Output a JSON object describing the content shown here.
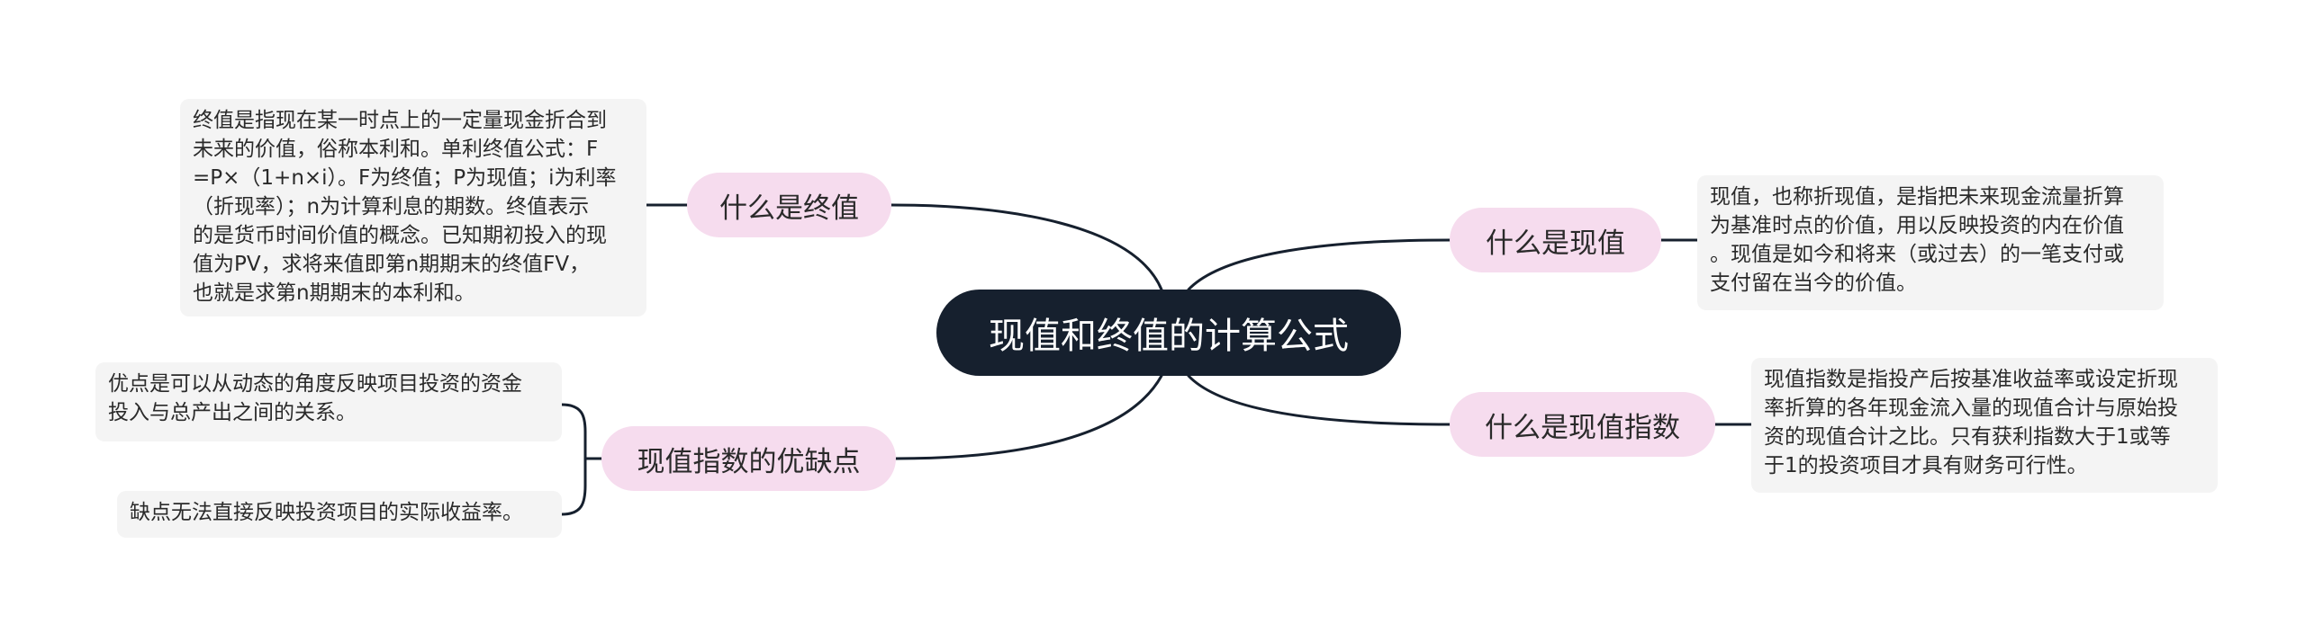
{
  "root": {
    "title": "现值和终值的计算公式"
  },
  "topics": {
    "future_value": {
      "label": "什么是终值",
      "note": [
        "终值是指现在某一时点上的一定量现金折合到",
        "未来的价值，俗称本利和。单利终值公式：F",
        "=P×（1+n×i）。F为终值；P为现值；i为利率",
        "（折现率）；n为计算利息的期数。终值表示",
        "的是货币时间价值的概念。已知期初投入的现",
        "值为PV，求将来值即第n期期末的终值FV，",
        "也就是求第n期期末的本利和。"
      ]
    },
    "pros_cons": {
      "label": "现值指数的优缺点",
      "pros": [
        "优点是可以从动态的角度反映项目投资的资金",
        "投入与总产出之间的关系。"
      ],
      "cons": [
        "缺点无法直接反映投资项目的实际收益率。"
      ]
    },
    "present_value": {
      "label": "什么是现值",
      "note": [
        "现值，也称折现值，是指把未来现金流量折算",
        "为基准时点的价值，用以反映投资的内在价值",
        "。现值是如今和将来（或过去）的一笔支付或",
        "支付留在当今的价值。"
      ]
    },
    "pv_index": {
      "label": "什么是现值指数",
      "note": [
        "现值指数是指投产后按基准收益率或设定折现",
        "率折算的各年现金流入量的现值合计与原始投",
        "资的现值合计之比。只有获利指数大于1或等",
        "于1的投资项目才具有财务可行性。"
      ]
    }
  },
  "colors": {
    "root_bg": "#16202e",
    "topic_bg": "#f6dcee",
    "note_bg": "#f4f4f4",
    "line": "#16202e"
  }
}
